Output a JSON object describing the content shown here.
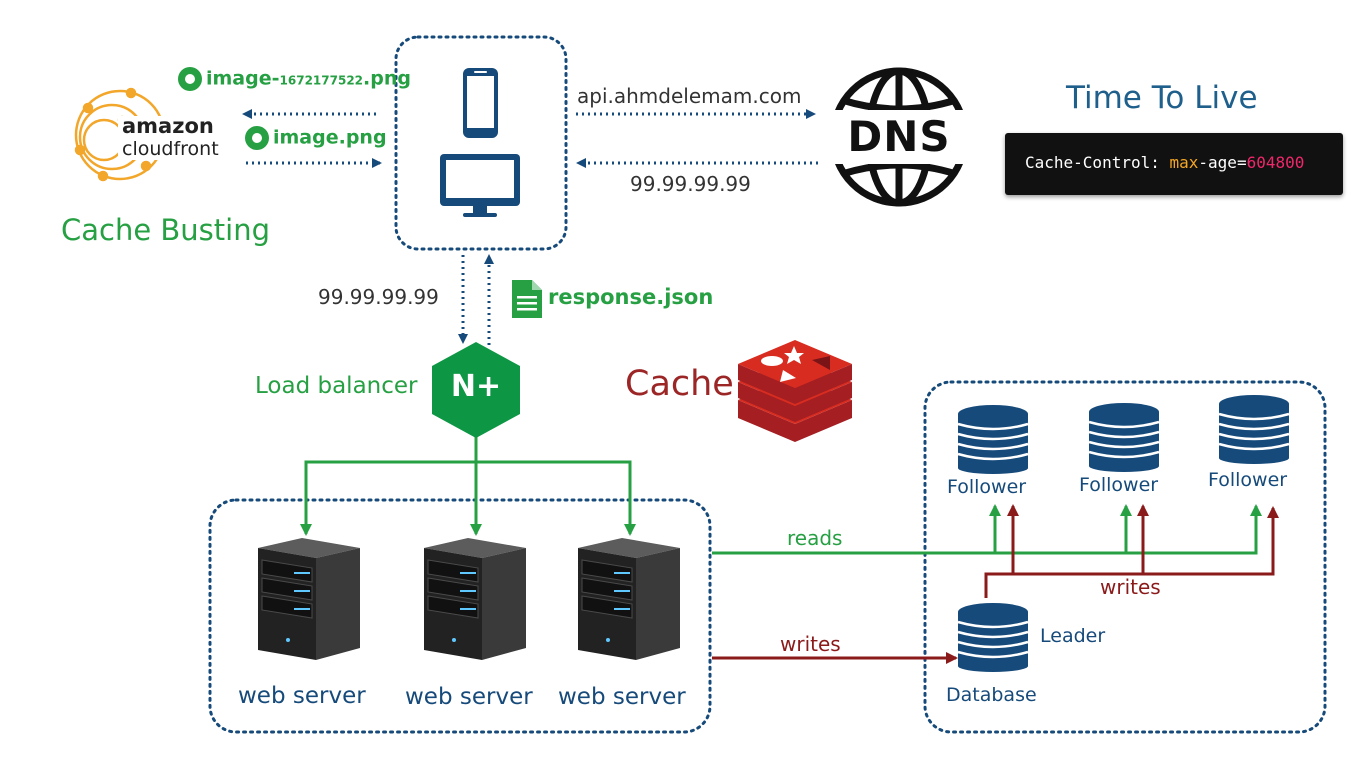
{
  "top": {
    "ttl_title": "Time To Live",
    "ttl_code": {
      "key": "Cache-Control: ",
      "directive": "max",
      "sep": "-age=",
      "value": "604800"
    },
    "cache_busting": "Cache Busting",
    "image_versioned": {
      "prefix": "image-",
      "version": "1672177522",
      "ext": ".png"
    },
    "image_plain": "image.png",
    "dns_query": "api.ahmdelemam.com",
    "dns_answer": "99.99.99.99",
    "client_to_lb_ip": "99.99.99.99",
    "response_file": "response.json",
    "cloudfront_logo": {
      "line1": "amazon",
      "line2": "cloudfront"
    },
    "dns_logo": "DNS"
  },
  "middle": {
    "load_balancer": "Load balancer",
    "lb_logo": "N+",
    "cache": "Cache"
  },
  "servers": {
    "labels": [
      "web server",
      "web server",
      "web server"
    ]
  },
  "database": {
    "followers": [
      "Follower",
      "Follower",
      "Follower"
    ],
    "leader": "Leader",
    "database": "Database",
    "reads": "reads",
    "writes_in": "writes",
    "writes_replication": "writes"
  },
  "colors": {
    "navy": "#164a7a",
    "green": "#26a043",
    "dark_red": "#8b1a1a",
    "redis_red": "#c4262b",
    "nginx_green": "#0d9745"
  },
  "icons": [
    "mobile-phone-icon",
    "desktop-monitor-icon",
    "globe-icon",
    "cloudfront-logo-icon",
    "nginx-icon",
    "redis-icon",
    "server-icon",
    "database-icon",
    "document-icon",
    "image-icon"
  ]
}
